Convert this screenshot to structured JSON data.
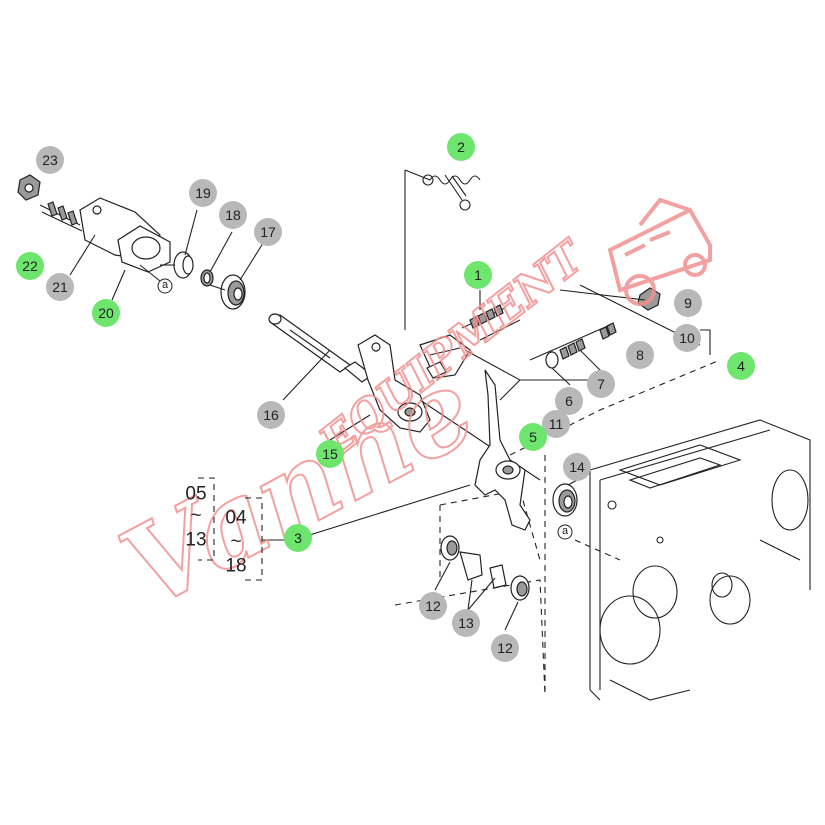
{
  "colors": {
    "callout_highlight": "#6ee66e",
    "callout_default": "#b8b8b8",
    "watermark": "#f08f8f"
  },
  "watermark": {
    "brand_text": "Vanne",
    "equipment_text": "EQUIPMENT"
  },
  "callouts": [
    {
      "label": "23",
      "highlight": false
    },
    {
      "label": "2",
      "highlight": true
    },
    {
      "label": "19",
      "highlight": false
    },
    {
      "label": "18",
      "highlight": false
    },
    {
      "label": "17",
      "highlight": false
    },
    {
      "label": "22",
      "highlight": true
    },
    {
      "label": "21",
      "highlight": false
    },
    {
      "label": "20",
      "highlight": true
    },
    {
      "label": "1",
      "highlight": true
    },
    {
      "label": "9",
      "highlight": false
    },
    {
      "label": "10",
      "highlight": false
    },
    {
      "label": "8",
      "highlight": false
    },
    {
      "label": "4",
      "highlight": true
    },
    {
      "label": "7",
      "highlight": false
    },
    {
      "label": "6",
      "highlight": false
    },
    {
      "label": "11",
      "highlight": false
    },
    {
      "label": "5",
      "highlight": true
    },
    {
      "label": "16",
      "highlight": false
    },
    {
      "label": "15",
      "highlight": true
    },
    {
      "label": "14",
      "highlight": false
    },
    {
      "label": "3",
      "highlight": true
    },
    {
      "label": "12",
      "highlight": false
    },
    {
      "label": "13",
      "highlight": false
    },
    {
      "label": "12",
      "highlight": false
    }
  ],
  "ref_marks": [
    "a",
    "a"
  ],
  "serial_ranges": {
    "outer_from": "05",
    "outer_to": "13",
    "inner_from": "04",
    "inner_to": "18",
    "tilde": "~"
  }
}
